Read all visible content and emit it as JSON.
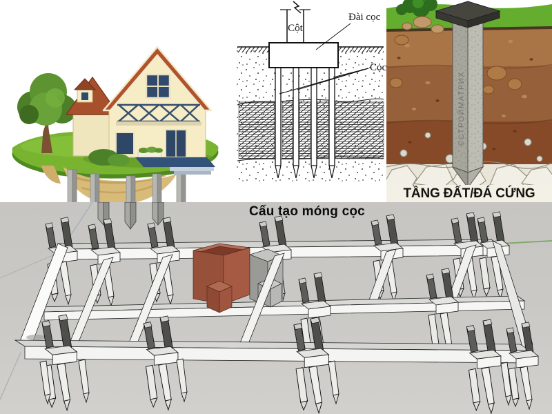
{
  "panels": {
    "pile_diagram": {
      "label_column": "Cột",
      "label_pile_cap": "Đài cọc",
      "label_piles": "Cọc",
      "caption": "Cấu tạo móng cọc"
    },
    "soil_section": {
      "caption": "TẦNG ĐẤT/ĐÁ CỨNG",
      "watermark": "©СТРОЙМАТРИХ"
    }
  },
  "colors": {
    "grass_green": "#6fb22f",
    "soil_tan": "#d8ba79",
    "layer_light_brown": "#a97547",
    "layer_mid_brown": "#96603a",
    "layer_red_brown": "#874a28",
    "rock_light": "#efece0",
    "caption_strip": "#f3f0e5",
    "pit_red": "#a65a44",
    "model_background": "#c9c8c4",
    "concrete_gray": "#b4b4b0"
  }
}
